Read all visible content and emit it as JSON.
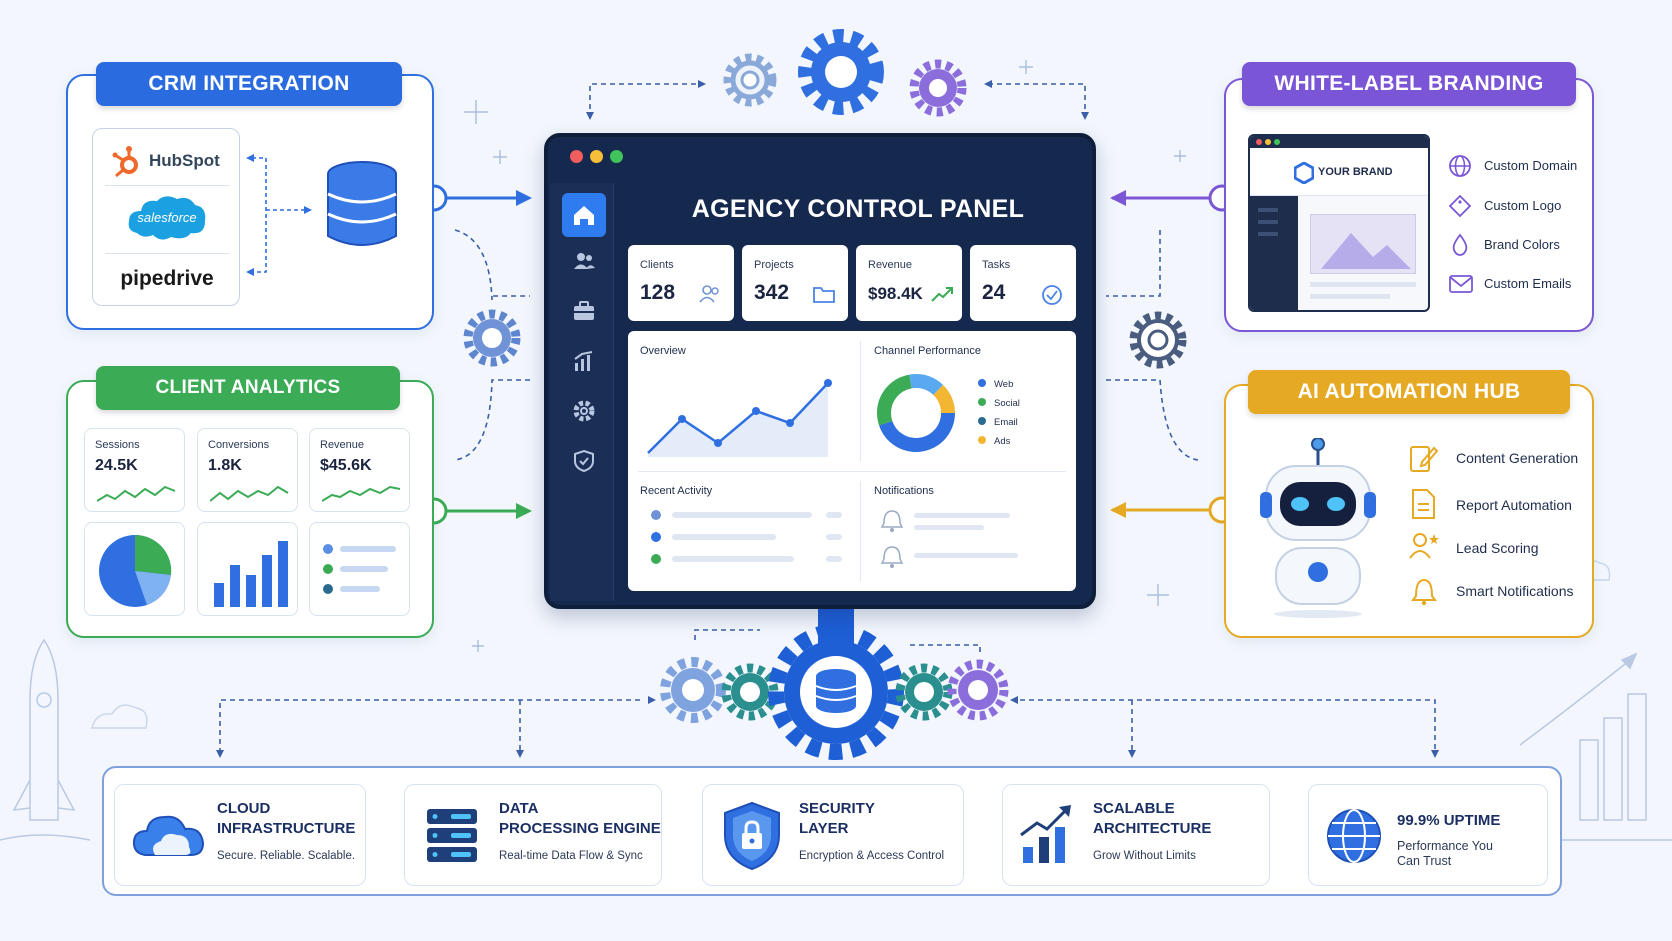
{
  "colors": {
    "blue": "#2f6fe0",
    "green": "#3bab56",
    "purple": "#7b57d6",
    "gold": "#e6a923",
    "navy": "#15284d"
  },
  "crm": {
    "title": "CRM INTEGRATION",
    "logos": [
      "HubSpot",
      "salesforce",
      "pipedrive"
    ]
  },
  "analytics": {
    "title": "CLIENT ANALYTICS DASHBOARD",
    "stats": [
      {
        "label": "Sessions",
        "value": "24.5K"
      },
      {
        "label": "Conversions",
        "value": "1.8K"
      },
      {
        "label": "Revenue",
        "value": "$45.6K"
      }
    ]
  },
  "panel": {
    "title": "AGENCY CONTROL PANEL",
    "kpis": [
      {
        "label": "Clients",
        "value": "128",
        "icon": "users-icon"
      },
      {
        "label": "Projects",
        "value": "342",
        "icon": "folder-icon"
      },
      {
        "label": "Revenue",
        "value": "$98.4K",
        "icon": "trend-up-icon"
      },
      {
        "label": "Tasks",
        "value": "24",
        "icon": "check-circle-icon"
      }
    ],
    "overview": "Overview",
    "channel": {
      "title": "Channel Performance",
      "legend": [
        "Web",
        "Social",
        "Email",
        "Ads"
      ]
    },
    "recent": "Recent Activity",
    "notifications": "Notifications",
    "sidebar": [
      "home-icon",
      "users-icon",
      "briefcase-icon",
      "chart-icon",
      "gear-icon",
      "shield-icon"
    ]
  },
  "whitelabel": {
    "title": "WHITE-LABEL BRANDING",
    "brand": "YOUR BRAND",
    "items": [
      "Custom Domain",
      "Custom Logo",
      "Brand Colors",
      "Custom Emails"
    ]
  },
  "ai": {
    "title": "AI AUTOMATION HUB",
    "items": [
      "Content Generation",
      "Report Automation",
      "Lead Scoring",
      "Smart Notifications"
    ]
  },
  "bottom": [
    {
      "title": "CLOUD\nINFRASTRUCTURE",
      "sub": "Secure. Reliable. Scalable.",
      "icon": "cloud-icon"
    },
    {
      "title": "DATA\nPROCESSING ENGINE",
      "sub": "Real-time Data Flow & Sync",
      "icon": "server-icon"
    },
    {
      "title": "SECURITY\nLAYER",
      "sub": "Encryption & Access Control",
      "icon": "lock-shield-icon"
    },
    {
      "title": "SCALABLE\nARCHITECTURE",
      "sub": "Grow Without Limits",
      "icon": "growth-chart-icon"
    },
    {
      "title": "99.9% UPTIME",
      "sub": "Performance You\nCan Trust",
      "icon": "globe-icon"
    }
  ]
}
